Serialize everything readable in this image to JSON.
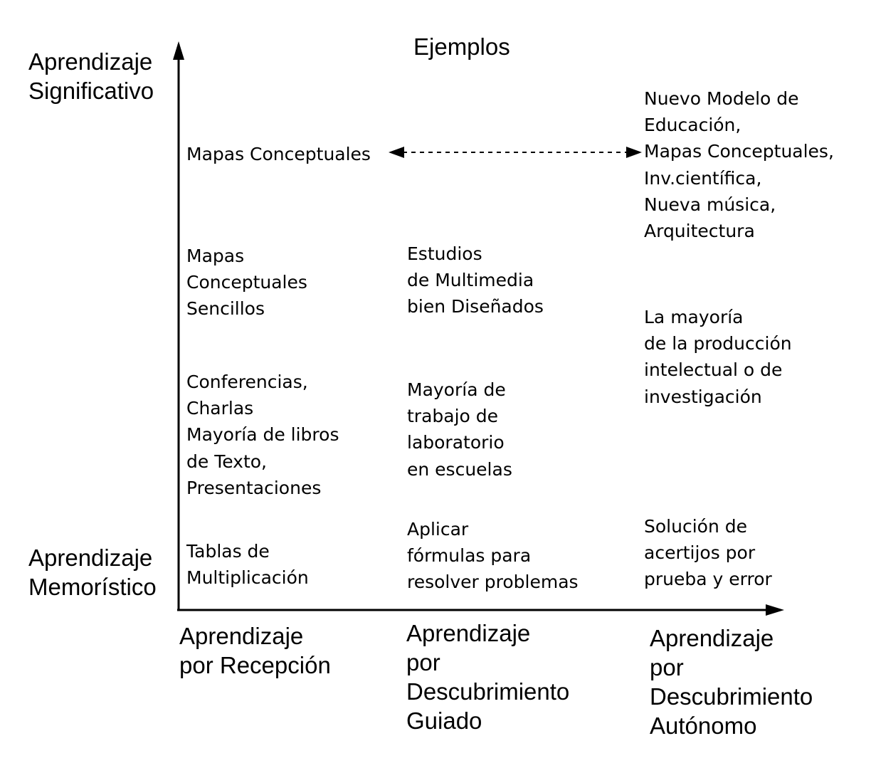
{
  "title": "Ejemplos",
  "y_axis": {
    "top_label": [
      "Aprendizaje",
      "Significativo"
    ],
    "bottom_label": [
      "Aprendizaje",
      "Memorístico"
    ]
  },
  "x_axis": {
    "left_label": [
      "Aprendizaje",
      "por Recepción"
    ],
    "middle_label": [
      "Aprendizaje",
      "por",
      "Descubrimiento",
      "Guiado"
    ],
    "right_label": [
      "Aprendizaje",
      "por",
      "Descubrimiento",
      "Autónomo"
    ]
  },
  "cells": {
    "col1": {
      "mapas_conceptuales": [
        "Mapas Conceptuales"
      ],
      "mapas_sencillos": [
        "Mapas",
        "Conceptuales",
        "Sencillos"
      ],
      "conferencias": [
        "Conferencias,",
        "Charlas",
        "Mayoría de libros",
        "de Texto,",
        "Presentaciones"
      ],
      "tablas": [
        "Tablas de",
        "Multiplicación"
      ]
    },
    "col2": {
      "estudios": [
        "Estudios",
        "de Multimedia",
        "bien Diseñados"
      ],
      "laboratorio": [
        "Mayoría de",
        "trabajo de",
        "laboratorio",
        "en escuelas"
      ],
      "formulas": [
        "Aplicar",
        "fórmulas para",
        "resolver problemas"
      ]
    },
    "col3": {
      "nuevo_modelo": [
        "Nuevo Modelo de",
        "Educación,",
        "Mapas Conceptuales,",
        "Inv.científica,",
        "Nueva música,",
        "Arquitectura"
      ],
      "produccion": [
        "La mayoría",
        "de la producción",
        "intelectual o de",
        "investigación"
      ],
      "acertijos": [
        "Solución de",
        "acertijos por",
        "prueba y error"
      ]
    }
  }
}
